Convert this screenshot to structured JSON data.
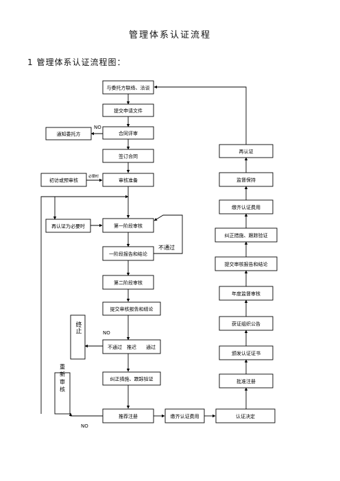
{
  "title": "管理体系认证流程",
  "heading": "1 管理体系认证流程图：",
  "nodes": {
    "contact": "与委托方联络、洽谈",
    "submit_app": "提交申请文件",
    "contract_review": "合同评审",
    "notify": "通知委托方",
    "sign_contract": "签订合同",
    "review_prep": "审核准备",
    "initial_visit": "初访或预审核",
    "stage1": "第一阶段审核",
    "recert_needed": "再认证为必要时",
    "stage1_report": "一阶段报告和结论",
    "stage2": "第二阶段审核",
    "submit_report": "提交审核报告和结论",
    "decision": "不通过　推迟　　通过",
    "terminate": "终止",
    "corrective": "纠正措施、跟踪验证",
    "reaudit": "重新审核",
    "recommend": "推荐注册",
    "pay_fee_bottom": "缴齐认证费用",
    "cert_decision": "认证决定",
    "approve_reg": "批准注册",
    "issue_cert": "颁发认证证书",
    "publish": "获证组织公告",
    "annual": "年度监督审核",
    "submit_report_right": "提交审核报告和结论",
    "corrective_right": "纠正措施、跟踪验证",
    "pay_fee_right": "缴齐认证费用",
    "supervise": "监督保持",
    "recertify": "再认证"
  },
  "labels": {
    "no_contract": "NO",
    "when_needed": "必要时",
    "not_pass": "不通过",
    "no_decision": "NO",
    "no_bottom": "NO"
  }
}
